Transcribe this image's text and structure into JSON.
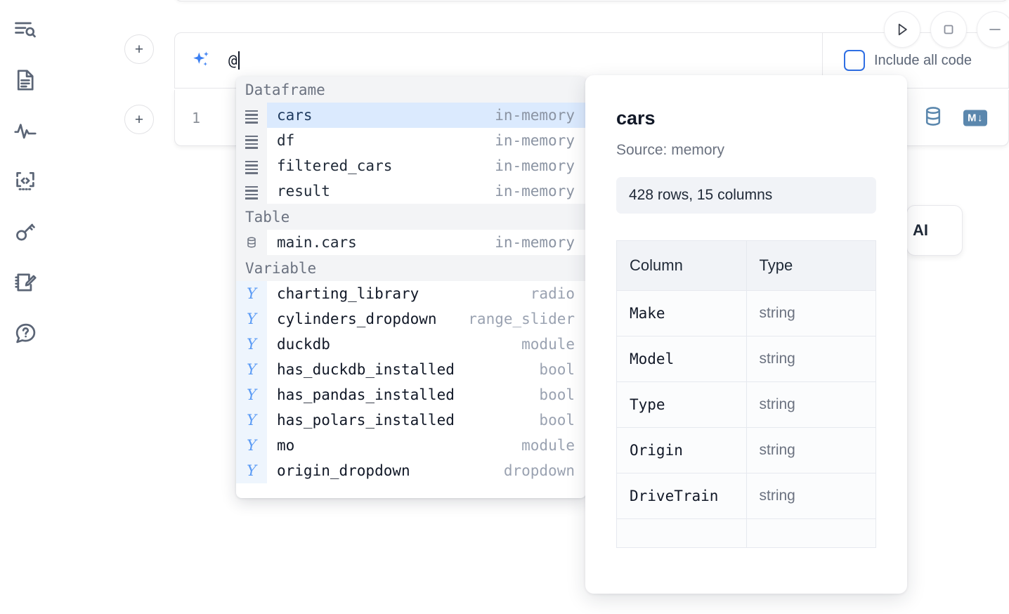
{
  "sidebar": {
    "items": [
      {
        "name": "outline-search-icon",
        "label": "Explore / outline"
      },
      {
        "name": "document-icon",
        "label": "Notebook file"
      },
      {
        "name": "activity-pulse-icon",
        "label": "Activity"
      },
      {
        "name": "code-snippet-icon",
        "label": "Snippets"
      },
      {
        "name": "key-icon",
        "label": "Secrets"
      },
      {
        "name": "scratchpad-edit-icon",
        "label": "Scratchpad"
      },
      {
        "name": "help-chat-icon",
        "label": "Help"
      }
    ]
  },
  "cell": {
    "add_button_label": "+",
    "line_number": "1",
    "ai_input_value": "@",
    "include_all_code_label": "Include all code",
    "run_button_label": "",
    "stop_button_label": "",
    "ai_pill_label": "AI",
    "database_icon_name": "database-icon",
    "markdown_icon_label": "M"
  },
  "autocomplete": {
    "groups": [
      {
        "title": "Dataframe",
        "icon": "dataframe-rows-icon",
        "kind_class": "df",
        "items": [
          {
            "name": "cars",
            "kind": "in-memory",
            "selected": true
          },
          {
            "name": "df",
            "kind": "in-memory",
            "selected": false
          },
          {
            "name": "filtered_cars",
            "kind": "in-memory",
            "selected": false
          },
          {
            "name": "result",
            "kind": "in-memory",
            "selected": false
          }
        ]
      },
      {
        "title": "Table",
        "icon": "database-table-icon",
        "kind_class": "tbl",
        "items": [
          {
            "name": "main.cars",
            "kind": "in-memory",
            "selected": false
          }
        ]
      },
      {
        "title": "Variable",
        "icon": "variable-icon",
        "kind_class": "var",
        "items": [
          {
            "name": "charting_library",
            "kind": "radio",
            "selected": false
          },
          {
            "name": "cylinders_dropdown",
            "kind": "range_slider",
            "selected": false
          },
          {
            "name": "duckdb",
            "kind": "module",
            "selected": false
          },
          {
            "name": "has_duckdb_installed",
            "kind": "bool",
            "selected": false
          },
          {
            "name": "has_pandas_installed",
            "kind": "bool",
            "selected": false
          },
          {
            "name": "has_polars_installed",
            "kind": "bool",
            "selected": false
          },
          {
            "name": "mo",
            "kind": "module",
            "selected": false
          },
          {
            "name": "origin_dropdown",
            "kind": "dropdown",
            "selected": false
          }
        ]
      }
    ]
  },
  "detail": {
    "title": "cars",
    "source": "Source: memory",
    "stat": "428 rows, 15 columns",
    "table": {
      "headers": [
        "Column",
        "Type"
      ],
      "rows": [
        {
          "column": "Make",
          "type": "string"
        },
        {
          "column": "Model",
          "type": "string"
        },
        {
          "column": "Type",
          "type": "string"
        },
        {
          "column": "Origin",
          "type": "string"
        },
        {
          "column": "DriveTrain",
          "type": "string"
        }
      ]
    }
  },
  "colors": {
    "accent_blue": "#2f6fe4",
    "selected_row": "#dbeafe",
    "sparkle": "#3b7ff2",
    "section_bg": "#f3f4f6",
    "icon_slate": "#5b6576"
  }
}
